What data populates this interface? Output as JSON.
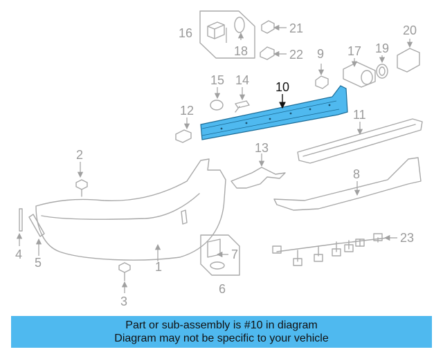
{
  "diagram": {
    "highlight_color": "#4fb9ef",
    "callouts": {
      "c1": "1",
      "c2": "2",
      "c3": "3",
      "c4": "4",
      "c5": "5",
      "c6": "6",
      "c7": "7",
      "c8": "8",
      "c9": "9",
      "c10": "10",
      "c11": "11",
      "c12": "12",
      "c13": "13",
      "c14": "14",
      "c15": "15",
      "c16": "16",
      "c17": "17",
      "c18": "18",
      "c19": "19",
      "c20": "20",
      "c21": "21",
      "c22": "22",
      "c23": "23"
    },
    "highlighted_part": "10"
  },
  "banner": {
    "line1": "Part or sub-assembly is #10 in diagram",
    "line2": "Diagram may not be specific to your vehicle",
    "color": "#4fb9ef"
  }
}
